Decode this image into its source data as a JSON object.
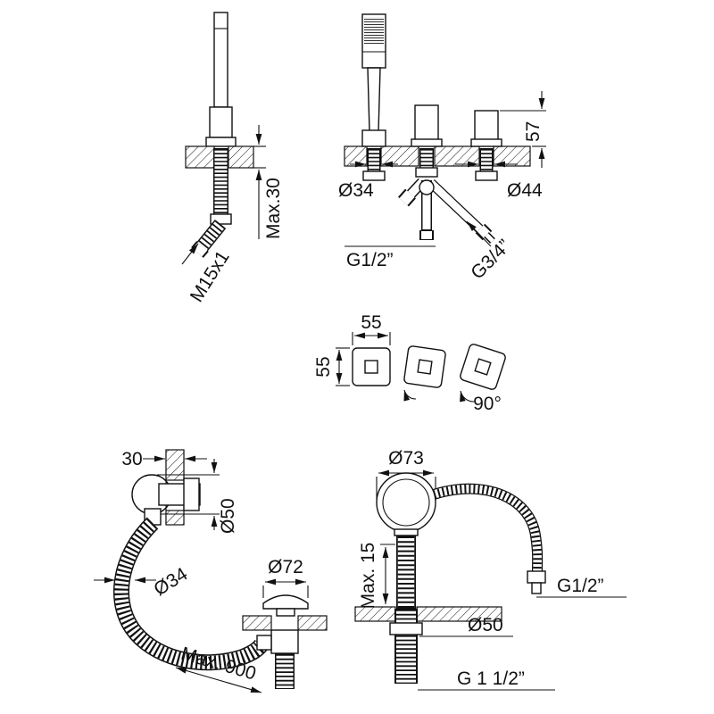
{
  "page": {
    "background": "#ffffff",
    "line_color": "#111111"
  },
  "figures": {
    "hand_shower_holder": {
      "max_depth": "Max.30",
      "thread": "M15x1"
    },
    "deck_mixer": {
      "hole_left": "Ø34",
      "hole_right": "Ø44",
      "height": "57",
      "outlet_thread": "G1/2”",
      "diverter_thread": "G3/4”"
    },
    "escutcheon": {
      "width": "55",
      "height": "55",
      "swivel": "90°"
    },
    "waste_overflow": {
      "wall_thickness": "30",
      "overflow_diameter": "Ø50",
      "hose_diameter": "Ø34",
      "plug_diameter": "Ø72",
      "hose_length": "Max. 900"
    },
    "diverter_column": {
      "body_diameter": "Ø73",
      "max_height": "Max. 15",
      "hose_thread": "G1/2”",
      "hole_diameter": "Ø50",
      "tail_thread": "G 1 1/2”"
    }
  }
}
